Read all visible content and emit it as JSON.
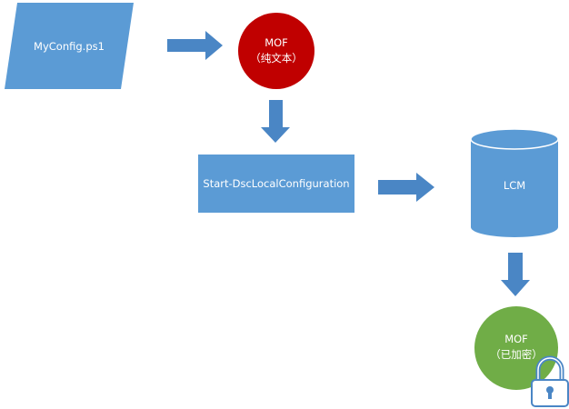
{
  "diagram": {
    "nodes": {
      "script_file": {
        "label": "MyConfig.ps1"
      },
      "mof_plain": {
        "line1": "MOF",
        "line2": "（纯文本）"
      },
      "start_cmd": {
        "label": "Start-DscLocalConfiguration"
      },
      "lcm": {
        "label": "LCM"
      },
      "mof_encrypted": {
        "line1": "MOF",
        "line2": "（已加密）"
      }
    },
    "colors": {
      "blue": "#5b9bd5",
      "arrow": "#4a86c5",
      "red": "#c00000",
      "green": "#70ad47",
      "lock": "#5b9bd5"
    },
    "icons": {
      "lock": "lock-icon"
    }
  }
}
